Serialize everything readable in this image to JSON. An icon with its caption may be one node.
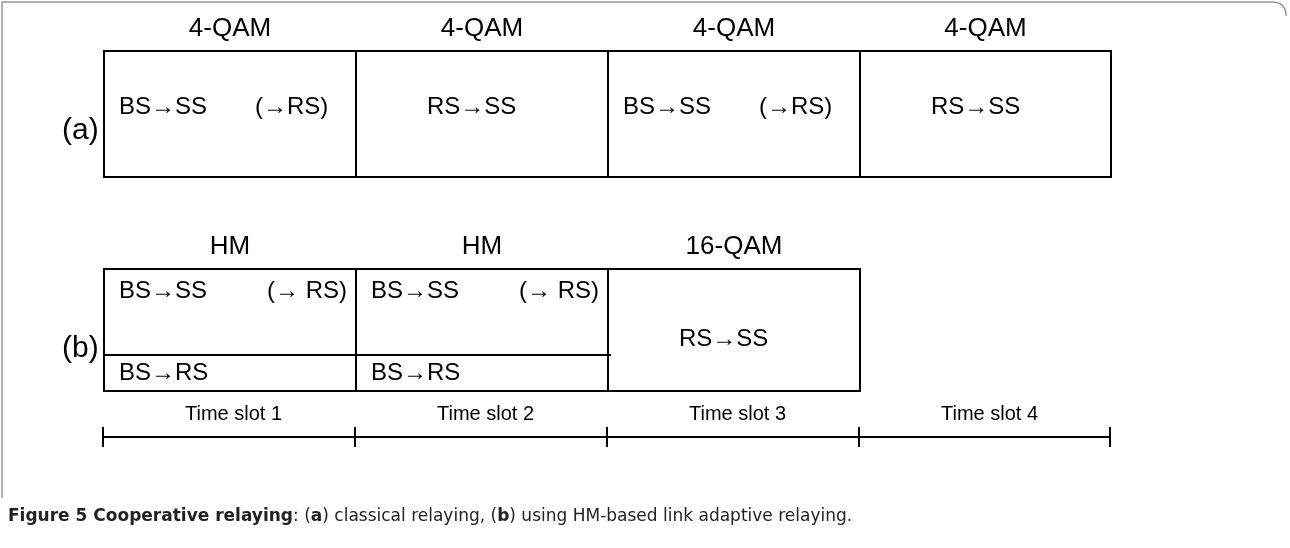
{
  "diagram": {
    "caption": "**Figure 5 Cooperative relaying**: (**a**) classical relaying, (**b**) using HM-based link adaptive relaying.",
    "nodes": [
      {
        "text": [
          "4-QAM",
          "BS→SS",
          "(→RS)"
        ]
      },
      {
        "text": [
          "4-QAM",
          "RS→SS"
        ]
      },
      {
        "text": [
          "4-QAM",
          "BS→SS",
          "(→RS)"
        ]
      },
      {
        "text": [
          "4-QAM",
          "RS→SS"
        ]
      },
      {
        "text": [
          "HM"
        ]
      },
      {
        "text": [
          "BS→SS",
          "(→ RS)"
        ],
        "in": 4
      },
      {
        "text": [
          "BS→RS"
        ],
        "in": 4
      },
      {
        "text": [
          "HM"
        ]
      },
      {
        "text": [
          "BS→SS",
          "(→ RS)"
        ],
        "in": 7
      },
      {
        "text": [
          "BS→RS"
        ],
        "in": 7
      },
      {
        "text": [
          "16-QAM",
          "RS→SS"
        ]
      }
    ],
    "labels": [
      "(a)",
      "(b)",
      "Time slot 1",
      "Time slot 2",
      "Time slot 3",
      "Time slot 4"
    ]
  }
}
